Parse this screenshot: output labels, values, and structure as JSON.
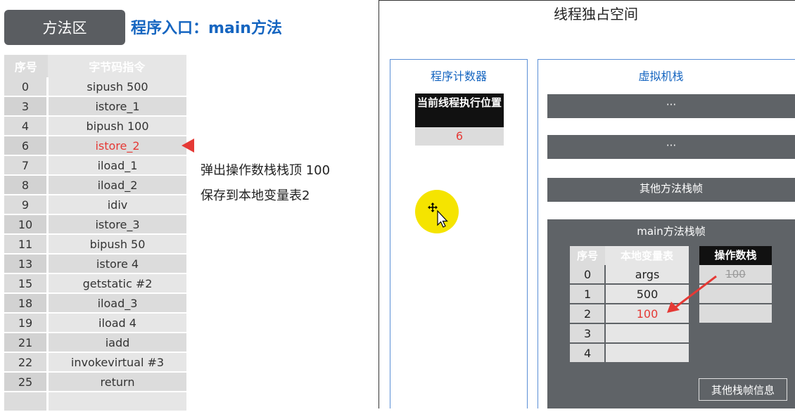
{
  "method_area": {
    "tab_label": "方法区",
    "entry_title": "程序入口：main方法",
    "table": {
      "headers": [
        "序号",
        "字节码指令"
      ],
      "rows": [
        {
          "idx": "0",
          "instr": "sipush 500"
        },
        {
          "idx": "3",
          "instr": "istore_1"
        },
        {
          "idx": "4",
          "instr": "bipush 100"
        },
        {
          "idx": "6",
          "instr": "istore_2"
        },
        {
          "idx": "7",
          "instr": "iload_1"
        },
        {
          "idx": "8",
          "instr": "iload_2"
        },
        {
          "idx": "9",
          "instr": "idiv"
        },
        {
          "idx": "10",
          "instr": "istore_3"
        },
        {
          "idx": "11",
          "instr": "bipush 50"
        },
        {
          "idx": "13",
          "instr": "istore 4"
        },
        {
          "idx": "15",
          "instr": "getstatic #2"
        },
        {
          "idx": "18",
          "instr": "iload_3"
        },
        {
          "idx": "19",
          "instr": "iload 4"
        },
        {
          "idx": "21",
          "instr": "iadd"
        },
        {
          "idx": "22",
          "instr": "invokevirtual #3"
        },
        {
          "idx": "25",
          "instr": "return"
        },
        {
          "idx": "",
          "instr": ""
        }
      ],
      "active_row": 3
    },
    "explanation": [
      "弹出操作数栈栈顶 100",
      "保存到本地变量表2"
    ]
  },
  "thread_space": {
    "title": "线程独占空间",
    "program_counter": {
      "title": "程序计数器",
      "label": "当前线程执行位置",
      "value": "6"
    },
    "vm_stack": {
      "title": "虚拟机栈",
      "frames": [
        "···",
        "···",
        "其他方法栈帧"
      ],
      "main_frame": {
        "title": "main方法栈帧",
        "local_var_table": {
          "headers": [
            "序号",
            "本地变量表"
          ],
          "rows": [
            {
              "idx": "0",
              "val": "args"
            },
            {
              "idx": "1",
              "val": "500"
            },
            {
              "idx": "2",
              "val": "100"
            },
            {
              "idx": "3",
              "val": ""
            },
            {
              "idx": "4",
              "val": ""
            }
          ],
          "highlight_row": 2
        },
        "operand_stack": {
          "header": "操作数栈",
          "cells": [
            "100",
            "",
            ""
          ]
        },
        "other_info": "其他栈帧信息"
      }
    }
  },
  "colors": {
    "accent_blue": "#1565c0",
    "highlight_red": "#e53935",
    "frame_gray": "#5f6367",
    "cursor_yellow": "#f5e400"
  }
}
